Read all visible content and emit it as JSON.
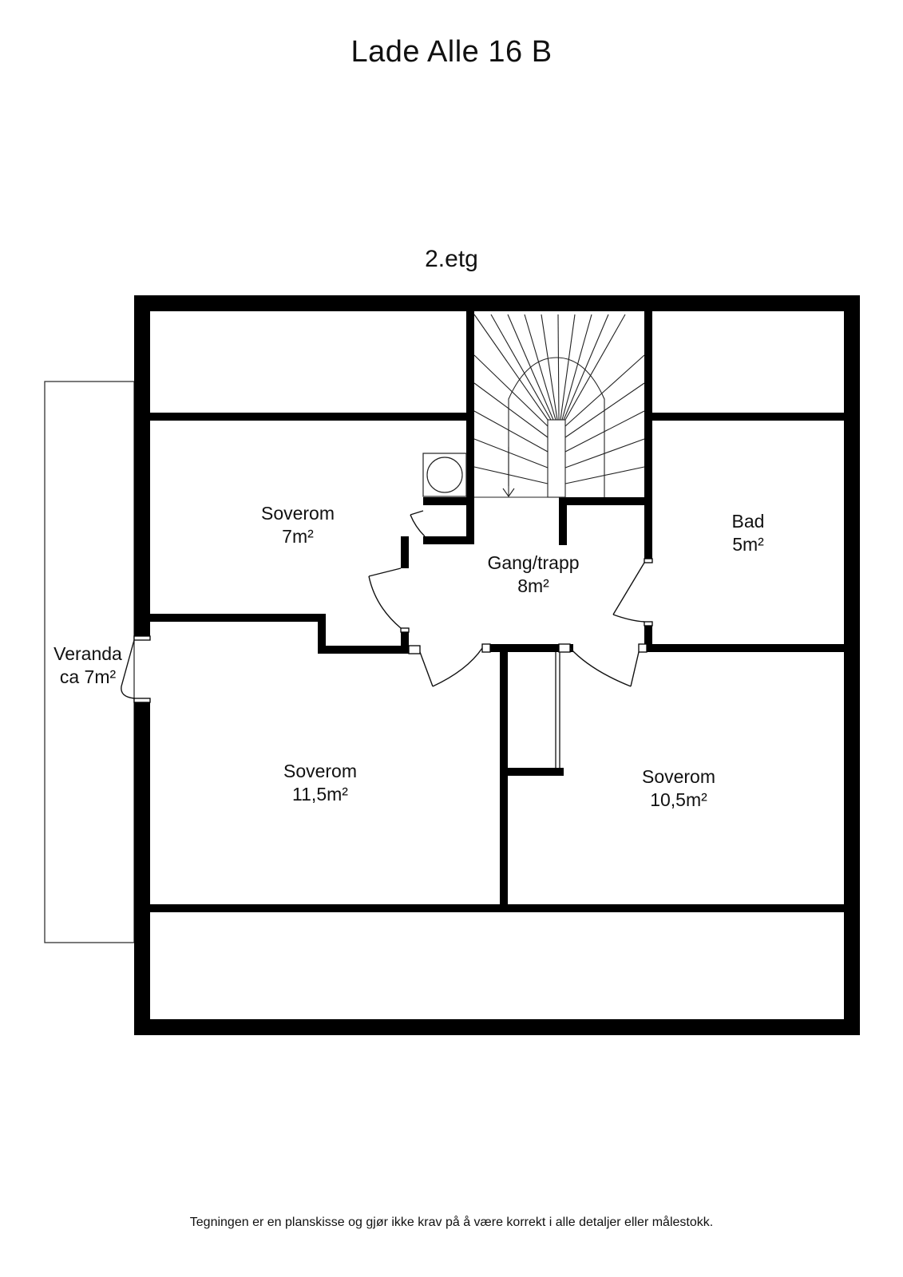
{
  "title": "Lade Alle 16 B",
  "floor_label": "2.etg",
  "rooms": [
    {
      "name": "Soverom",
      "area": "7m²"
    },
    {
      "name": "Gang/trapp",
      "area": "8m²"
    },
    {
      "name": "Bad",
      "area": "5m²"
    },
    {
      "name": "Veranda",
      "area": "ca 7m²"
    },
    {
      "name": "Soverom",
      "area": "11,5m²"
    },
    {
      "name": "Soverom",
      "area": "10,5m²"
    }
  ],
  "disclaimer": "Tegningen er en planskisse og gjør ikke krav på å være korrekt i alle detaljer eller målestokk."
}
